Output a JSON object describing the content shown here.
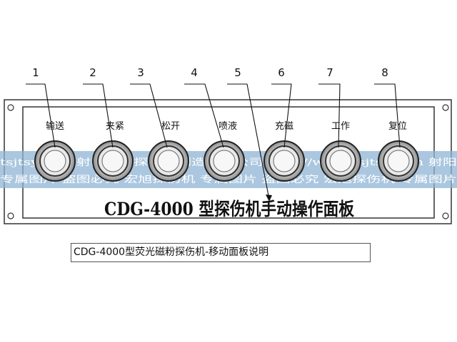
{
  "callouts": [
    "1",
    "2",
    "3",
    "4",
    "5",
    "6",
    "7",
    "8"
  ],
  "buttons": [
    "输送",
    "夹紧",
    "松开",
    "喷液",
    "充磁",
    "工作",
    "复位"
  ],
  "panel_title": "CDG-4000 型探伤机手动操作面板",
  "watermark": {
    "line1": "tsjtsy.com 射阳宏旭探伤机制造有限公司  http://www.tsjtsy.com 射阳",
    "line2": "专属图片  盗图必究   宏旭探伤机  专属图片  盗图必究   宏旭探伤机  专属图片"
  },
  "caption": "CDG-4000型荧光磁粉探伤机-移动面板说明",
  "colors": {
    "watermark_band": "#8fb4d4",
    "panel_border": "#333333"
  }
}
